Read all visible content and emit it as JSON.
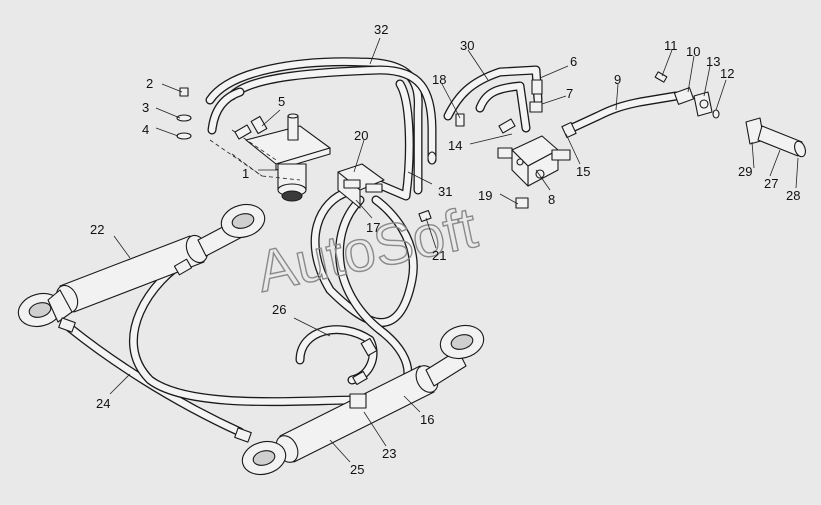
{
  "watermark": "AutoSoft",
  "callouts": [
    {
      "id": "c1",
      "text": "1"
    },
    {
      "id": "c2",
      "text": "2"
    },
    {
      "id": "c3",
      "text": "3"
    },
    {
      "id": "c4",
      "text": "4"
    },
    {
      "id": "c5",
      "text": "5"
    },
    {
      "id": "c6",
      "text": "6"
    },
    {
      "id": "c7",
      "text": "7"
    },
    {
      "id": "c8",
      "text": "8"
    },
    {
      "id": "c9",
      "text": "9"
    },
    {
      "id": "c10",
      "text": "10"
    },
    {
      "id": "c11",
      "text": "11"
    },
    {
      "id": "c12",
      "text": "12"
    },
    {
      "id": "c13",
      "text": "13"
    },
    {
      "id": "c14",
      "text": "14"
    },
    {
      "id": "c15",
      "text": "15"
    },
    {
      "id": "c16",
      "text": "16"
    },
    {
      "id": "c17",
      "text": "17"
    },
    {
      "id": "c18",
      "text": "18"
    },
    {
      "id": "c19",
      "text": "19"
    },
    {
      "id": "c20",
      "text": "20"
    },
    {
      "id": "c21",
      "text": "21"
    },
    {
      "id": "c22",
      "text": "22"
    },
    {
      "id": "c23",
      "text": "23"
    },
    {
      "id": "c24",
      "text": "24"
    },
    {
      "id": "c25",
      "text": "25"
    },
    {
      "id": "c26",
      "text": "26"
    },
    {
      "id": "c27",
      "text": "27"
    },
    {
      "id": "c28",
      "text": "28"
    },
    {
      "id": "c29",
      "text": "29"
    },
    {
      "id": "c30",
      "text": "30"
    },
    {
      "id": "c31",
      "text": "31"
    },
    {
      "id": "c32",
      "text": "32"
    }
  ]
}
